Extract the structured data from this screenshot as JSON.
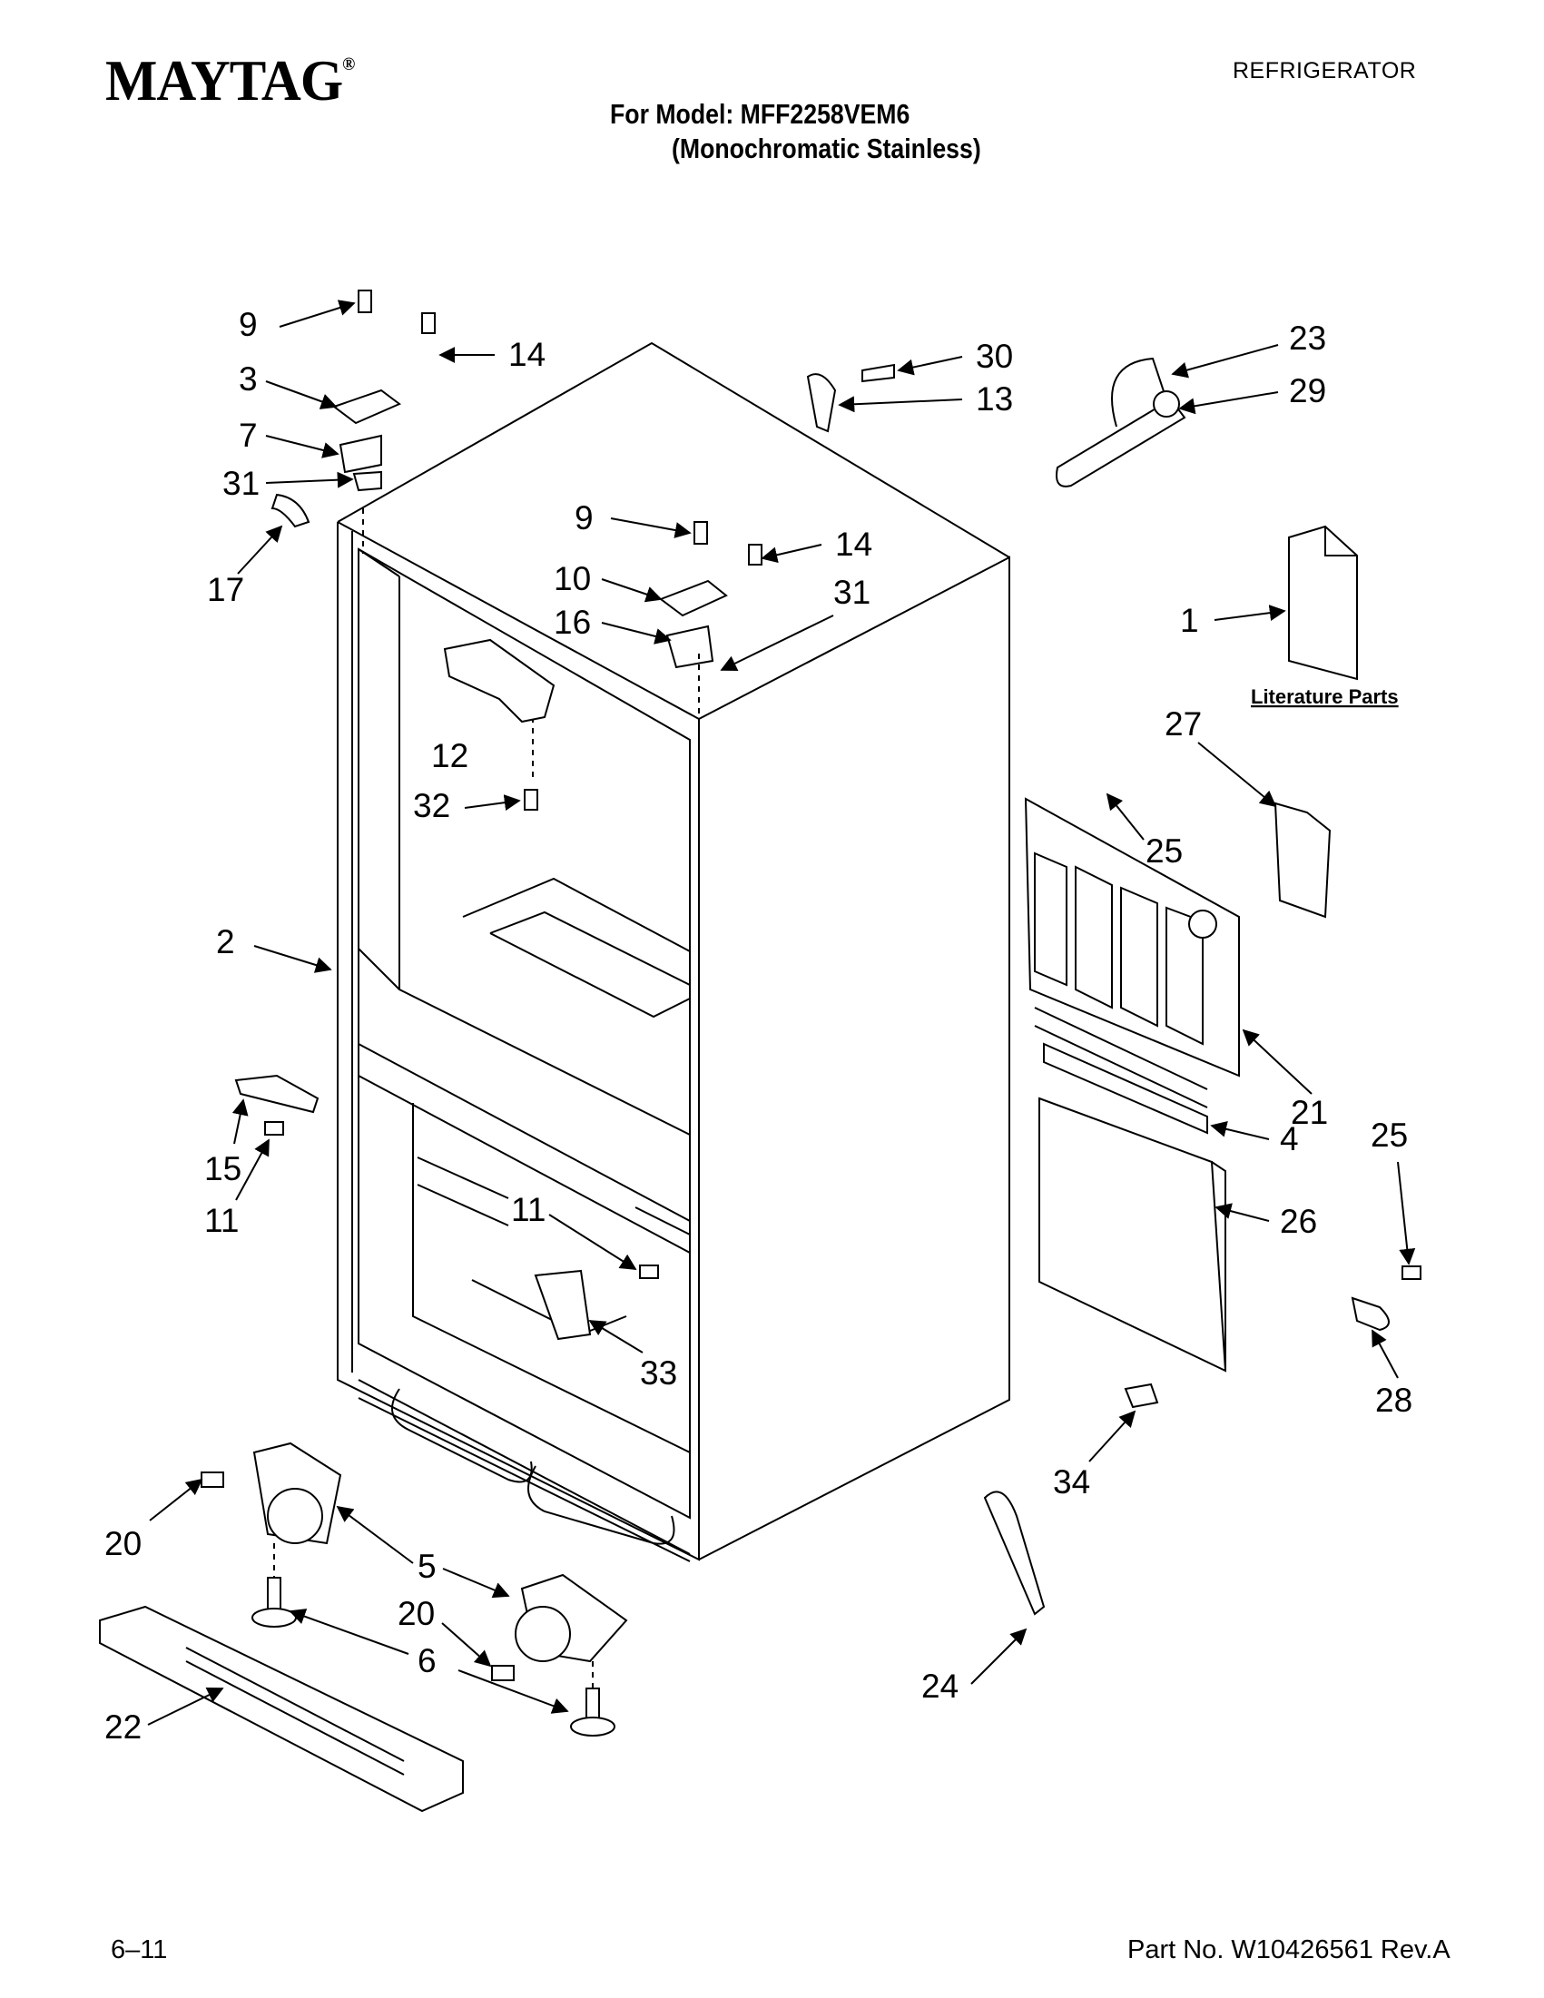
{
  "header": {
    "brand": "MAYTAG",
    "brand_mark": "®",
    "doc_type": "REFRIGERATOR",
    "model_line": "For Model: MFF2258VEM6",
    "model_variant": "(Monochromatic Stainless)"
  },
  "footer": {
    "date_code": "6–11",
    "part_no": "Part No. W10426561 Rev.A"
  },
  "diagram": {
    "literature_label": "Literature Parts",
    "callouts": [
      "9",
      "14",
      "3",
      "7",
      "31",
      "17",
      "30",
      "13",
      "23",
      "29",
      "9",
      "14",
      "10",
      "16",
      "31",
      "1",
      "12",
      "32",
      "27",
      "25",
      "2",
      "21",
      "4",
      "26",
      "15",
      "11",
      "11",
      "33",
      "25",
      "28",
      "34",
      "20",
      "5",
      "20",
      "6",
      "22",
      "24"
    ]
  }
}
